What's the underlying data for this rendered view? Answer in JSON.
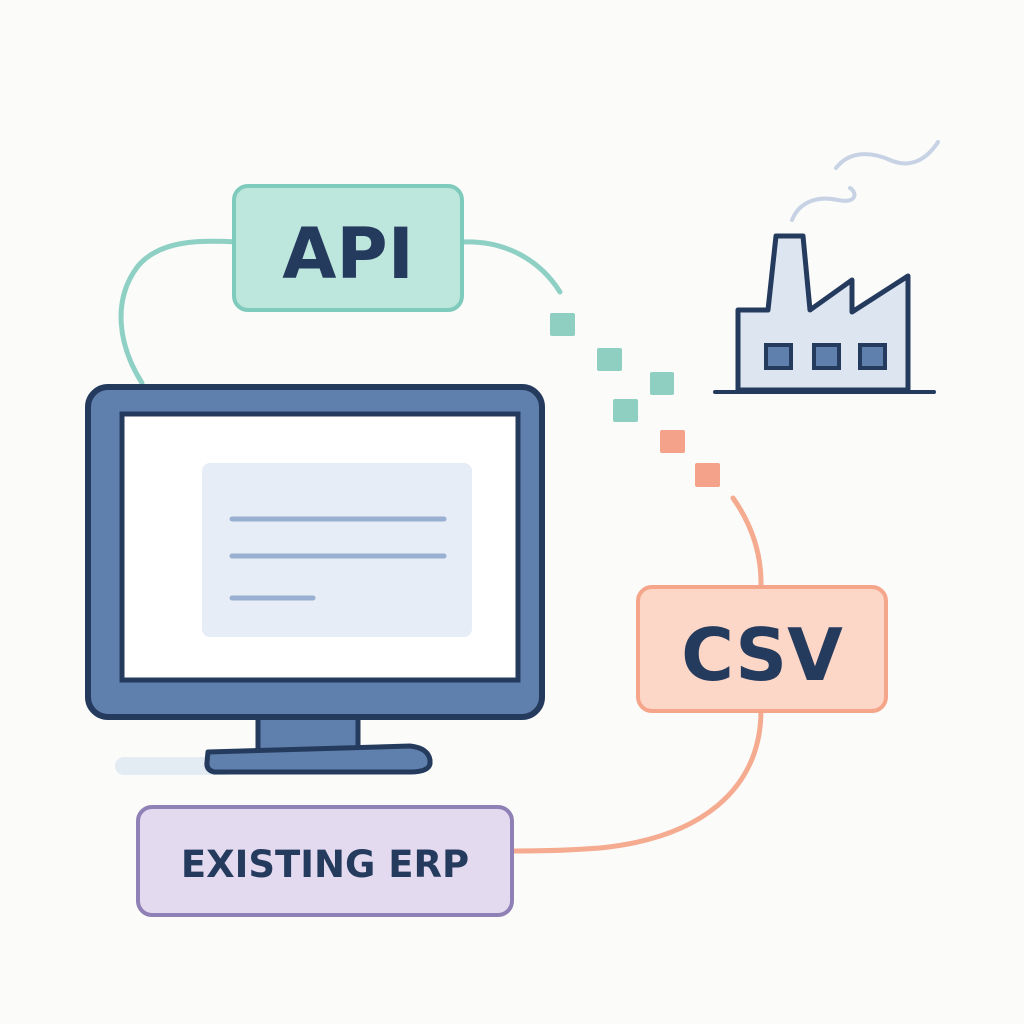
{
  "labels": {
    "api": "API",
    "csv": "CSV",
    "erp": "EXISTING ERP"
  },
  "icons": {
    "computer": "monitor-icon",
    "factory": "factory-icon",
    "smoke": "smoke-icon"
  },
  "colors": {
    "api_fill": "#bde6dc",
    "api_stroke": "#7fcbbb",
    "csv_fill": "#fcd6c6",
    "csv_stroke": "#f5a68a",
    "erp_fill": "#e4daf0",
    "erp_stroke": "#8f80b6",
    "navy": "#253b5e",
    "monitor_blue": "#5f7fad",
    "teal_line": "#8fd0c4",
    "orange_line": "#f5ab8f",
    "factory_fill": "#dde5f1"
  }
}
